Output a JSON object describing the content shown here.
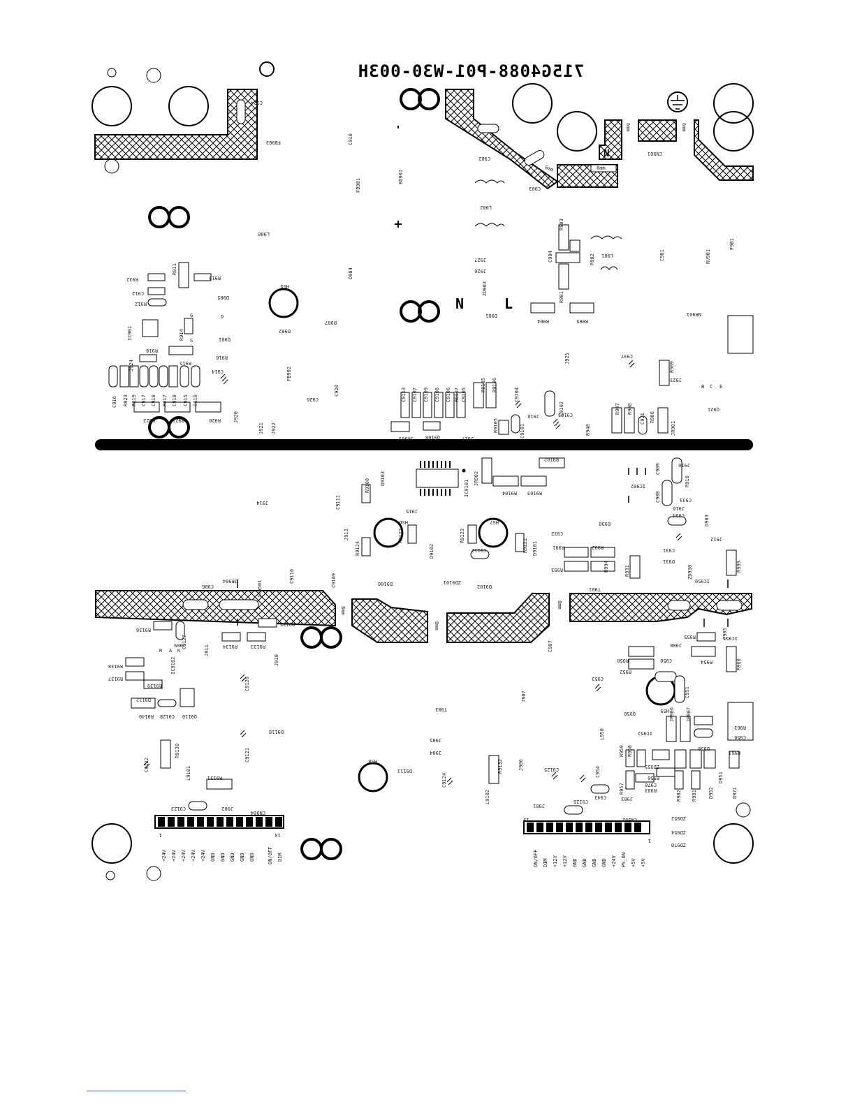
{
  "board": {
    "part_number": "715G4088-P01-W30-003H"
  },
  "large_labels": {
    "top_n1": "N",
    "top_l": "L",
    "ground_n": "N"
  },
  "top_labels": {
    "c924": "C924",
    "fb903": "FB903",
    "c910": "C910",
    "fb901": "FB901",
    "bd901": "BD901",
    "c902": "C902",
    "c903": "C903",
    "l902": "L902",
    "cn901": "CN901",
    "l906": "L906",
    "d904": "D904",
    "r913": "R913",
    "r911": "R911",
    "r932": "R932",
    "c912": "C912",
    "r912": "R912",
    "d905": "D905",
    "hs5": "HS5",
    "ic901": "IC901",
    "r914": "R914",
    "q901": "Q901",
    "d902": "D902",
    "d907": "D907",
    "j927": "J927",
    "j926": "J926",
    "zd903": "ZD903",
    "d901": "D901",
    "r903": "R903",
    "c904": "C904",
    "r902": "R902",
    "l901": "L901",
    "c901": "C901",
    "rv901": "RV901",
    "f901": "F901",
    "r901": "R901",
    "r904": "R904",
    "r905": "R905",
    "nr901": "NR901",
    "r918": "R918",
    "r916": "R916",
    "r915": "R915",
    "fb902": "FB902",
    "j924": "J924",
    "c914": "C914",
    "c916": "C916",
    "r923": "R923",
    "r919": "R919",
    "c917": "C917",
    "c918": "C918",
    "r917": "R917",
    "c918b": "C918",
    "c915": "C915",
    "c919": "C919",
    "c926": "C926",
    "c920": "C920",
    "j925": "J925",
    "c937": "C937",
    "r909": "R909",
    "j923": "J923",
    "q921": "Q921",
    "r922": "R922",
    "r921": "R921",
    "r920": "R920",
    "j920": "J920",
    "j921": "J921",
    "j922": "J922",
    "c9113": "C9113",
    "c9107": "C9107",
    "c9109": "C9109",
    "c9108": "C9108",
    "c9106": "C9106",
    "r9107": "R9107",
    "c9105": "C9105",
    "r9105": "R9105",
    "r9106": "R9106",
    "c9104": "C9104",
    "c9101": "C9101",
    "r9105b": "R9105",
    "j918": "J918",
    "c9102": "C9102",
    "c9103": "C9103",
    "r948": "R948",
    "r907": "R907",
    "r908": "R908",
    "c921": "C921",
    "r906": "R906",
    "jr901": "JR901",
    "jr903": "JR903",
    "q9108": "Q9108",
    "j917": "J917",
    "pin_s": "S",
    "pin_d": "D",
    "pin_g": "G",
    "pin_b": "B",
    "pin_c": "C",
    "pin_e": "E"
  },
  "bottom_labels": {
    "d9103": "D9103",
    "r9100": "R9100",
    "jr902": "JR902",
    "ic9101": "IC9101",
    "r9102": "R9102",
    "r9104": "R9104",
    "r9103": "R9103",
    "c909": "C909",
    "j910": "J910",
    "r910": "R910",
    "ic902": "IC902",
    "c908": "C908",
    "c933": "C933",
    "c9111": "C9111",
    "j914": "J914",
    "j915": "J915",
    "hs6": "HS6",
    "hs7": "HS7",
    "j916": "J916",
    "c934": "C934",
    "d903": "D903",
    "j913": "J913",
    "r9122": "R9122",
    "r9123": "R9123",
    "r9124": "R9124",
    "d9102": "D9102",
    "c9112": "C9112",
    "r9121": "R9121",
    "d9101": "D9101",
    "c932": "C932",
    "d930": "D930",
    "r991": "R991",
    "r992": "R992",
    "c931": "C931",
    "d931": "D931",
    "j912": "J912",
    "r939": "R939",
    "r993": "R993",
    "r994": "R994",
    "r931": "R931",
    "zd930": "ZD930",
    "jr904": "JR904",
    "c906": "C906",
    "ic9501": "IC9501",
    "c9110": "C9110",
    "c9109": "C9109",
    "d9100": "D9100",
    "zd9101": "ZD9101",
    "d9102b": "D9102",
    "t901": "T901",
    "ic950": "IC950",
    "r9136": "R9136",
    "c9127": "C9127",
    "r9135": "R9135",
    "r9134": "R9134",
    "r9133": "R9133",
    "j911": "J911",
    "j910b": "J910",
    "j909": "J909",
    "c907": "C907",
    "c905": "C905",
    "r955": "R955",
    "ic951": "IC951",
    "j908": "J908",
    "r954": "R954",
    "r960": "R960",
    "ic9102": "IC9102",
    "r9138": "R9138",
    "r9137": "R9137",
    "r9139": "R9139",
    "c9120": "C9120",
    "r950": "R950",
    "r952": "R952",
    "c950": "C950",
    "c953": "C953",
    "hs9": "HS9",
    "c951": "C951",
    "d9112": "D9112",
    "r9140": "R9140",
    "c9128": "C9128",
    "q9110": "Q9110",
    "t903": "T903",
    "j907": "J907",
    "q950": "Q950",
    "jr906": "JR906",
    "jr907": "JR907",
    "r963": "R963",
    "c956": "C956",
    "d9110": "D9110",
    "c9121": "C9121",
    "l950": "L950",
    "ic952": "IC952",
    "r959": "R959",
    "r958": "R958",
    "d950": "D950",
    "r961": "R961",
    "j905": "J905",
    "j904": "J904",
    "j906": "J906",
    "c9122": "C9122",
    "r9130": "R9130",
    "l9101": "L9101",
    "hs8": "HS8",
    "d9111": "D9111",
    "c9124": "C9124",
    "r9132": "R9132",
    "l9102": "L9102",
    "c9125": "C9125",
    "c954": "C954",
    "r957": "R957",
    "zd955": "ZD955",
    "c978": "C978",
    "r983": "R983",
    "r956": "R956",
    "r982": "R982",
    "r981": "R981",
    "d952": "D952",
    "d951": "D951",
    "d971": "D971",
    "r9131": "R9131",
    "c943": "C943",
    "j903": "J903",
    "c9123": "C9123",
    "j902": "J902",
    "j901": "J901",
    "c9126": "C9126",
    "cn904": "CN904",
    "cn902": "CN902",
    "zd952": "ZD952",
    "zd954": "ZD954",
    "zd970": "ZD970",
    "pin1_left": "1",
    "pin13_left": "13",
    "pin13_right": "13",
    "pin1_right": "1",
    "pin_r": "R",
    "pin_a": "A",
    "pin_k": "K"
  },
  "clearance_marks": {
    "top_a": "6mm",
    "top_b": "6mm",
    "top_c": "6mm",
    "top_d": "6mm",
    "bottom_a": "8mm",
    "bottom_b": "8mm",
    "bottom_c": "8mm"
  },
  "connector_left_pins": [
    "+24V",
    "+24V",
    "+24V",
    "+24V",
    "+24V",
    "GND",
    "GND",
    "GND",
    "GND",
    "GND",
    "",
    "ON/OFF",
    "DIM"
  ],
  "connector_right_pins": [
    "ON/OFF",
    "DIM",
    "+12V",
    "+12V",
    "GND",
    "GND",
    "GND",
    "GND",
    "+24V",
    "PS_ON",
    "+5V",
    "+5V"
  ]
}
